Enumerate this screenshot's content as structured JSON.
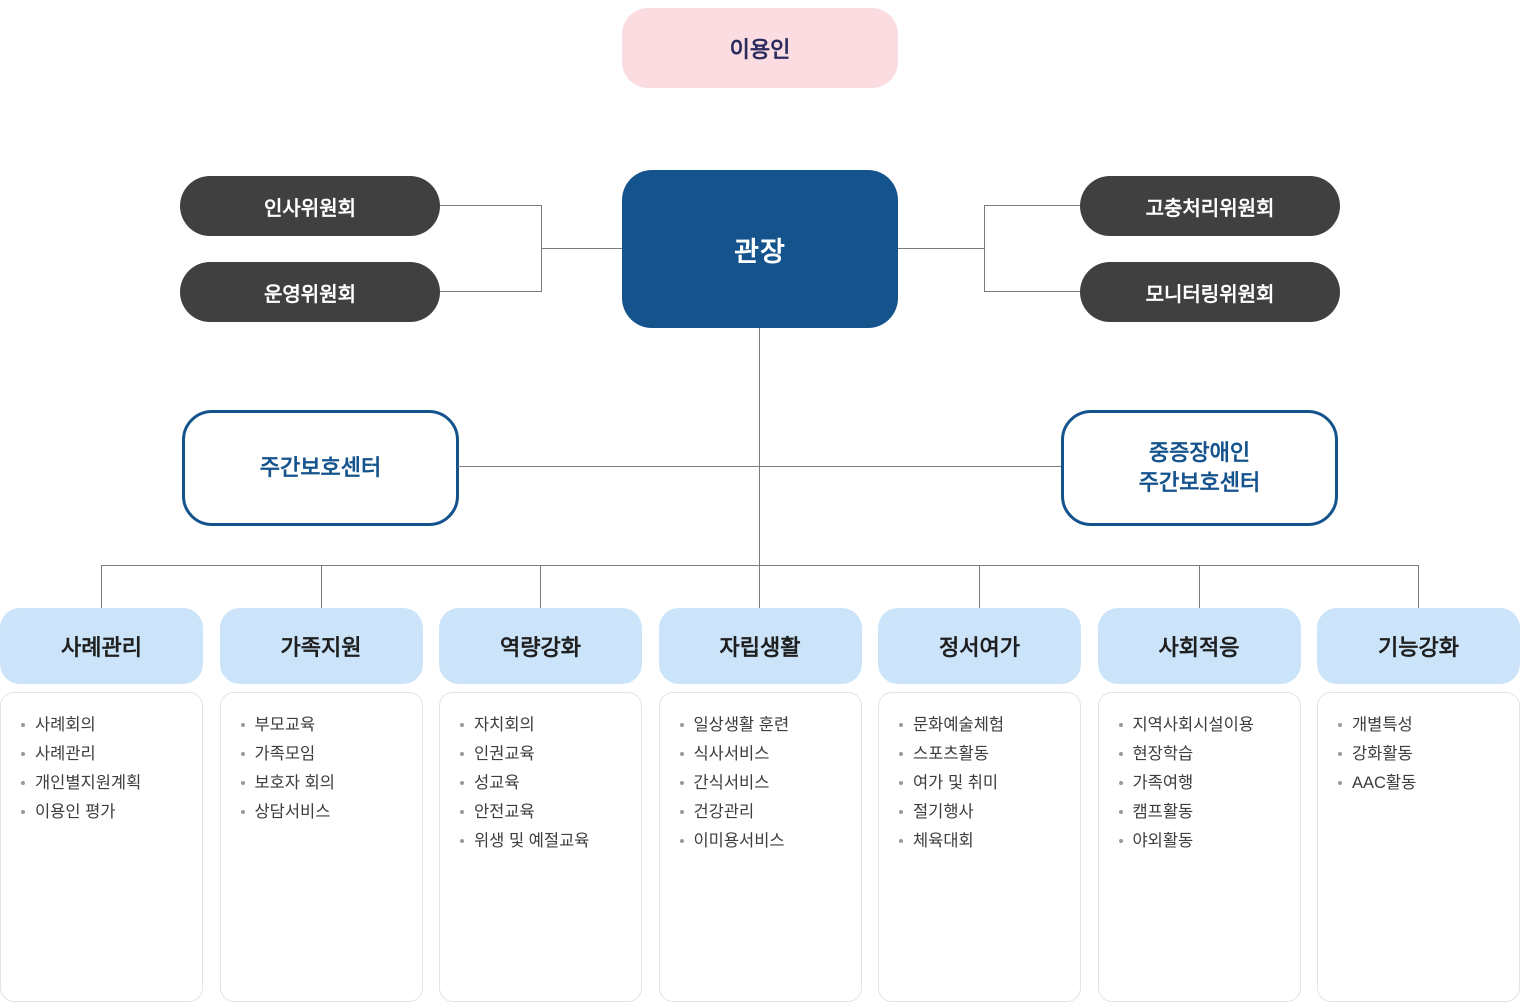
{
  "palette": {
    "user_bg": "#fbdce1",
    "user_text": "#2b2b5e",
    "director_bg": "#15538d",
    "committee_bg": "#404040",
    "center_border": "#15538d",
    "dept_header_bg": "#cbe4fa",
    "connector": "#7b7b7b"
  },
  "user": {
    "label": "이용인"
  },
  "director": {
    "label": "관장"
  },
  "left_committees": [
    {
      "label": "인사위원회"
    },
    {
      "label": "운영위원회"
    }
  ],
  "right_committees": [
    {
      "label": "고충처리위원회"
    },
    {
      "label": "모니터링위원회"
    }
  ],
  "centers": [
    {
      "line1": "주간보호센터",
      "line2": ""
    },
    {
      "line1": "중증장애인",
      "line2": "주간보호센터"
    }
  ],
  "departments": [
    {
      "title": "사례관리",
      "items": [
        "사례회의",
        "사례관리",
        "개인별지원계획",
        "이용인 평가"
      ]
    },
    {
      "title": "가족지원",
      "items": [
        "부모교육",
        "가족모임",
        "보호자 회의",
        "상담서비스"
      ]
    },
    {
      "title": "역량강화",
      "items": [
        "자치회의",
        "인권교육",
        "성교육",
        "안전교육",
        "위생 및 예절교육"
      ]
    },
    {
      "title": "자립생활",
      "items": [
        "일상생활 훈련",
        "식사서비스",
        "간식서비스",
        "건강관리",
        "이미용서비스"
      ]
    },
    {
      "title": "정서여가",
      "items": [
        "문화예술체험",
        "스포츠활동",
        "여가 및 취미",
        "절기행사",
        "체육대회"
      ]
    },
    {
      "title": "사회적응",
      "items": [
        "지역사회시설이용",
        "현장학습",
        "가족여행",
        "캠프활동",
        "야외활동"
      ]
    },
    {
      "title": "기능강화",
      "items": [
        "개별특성",
        "강화활동",
        "AAC활동"
      ]
    }
  ]
}
